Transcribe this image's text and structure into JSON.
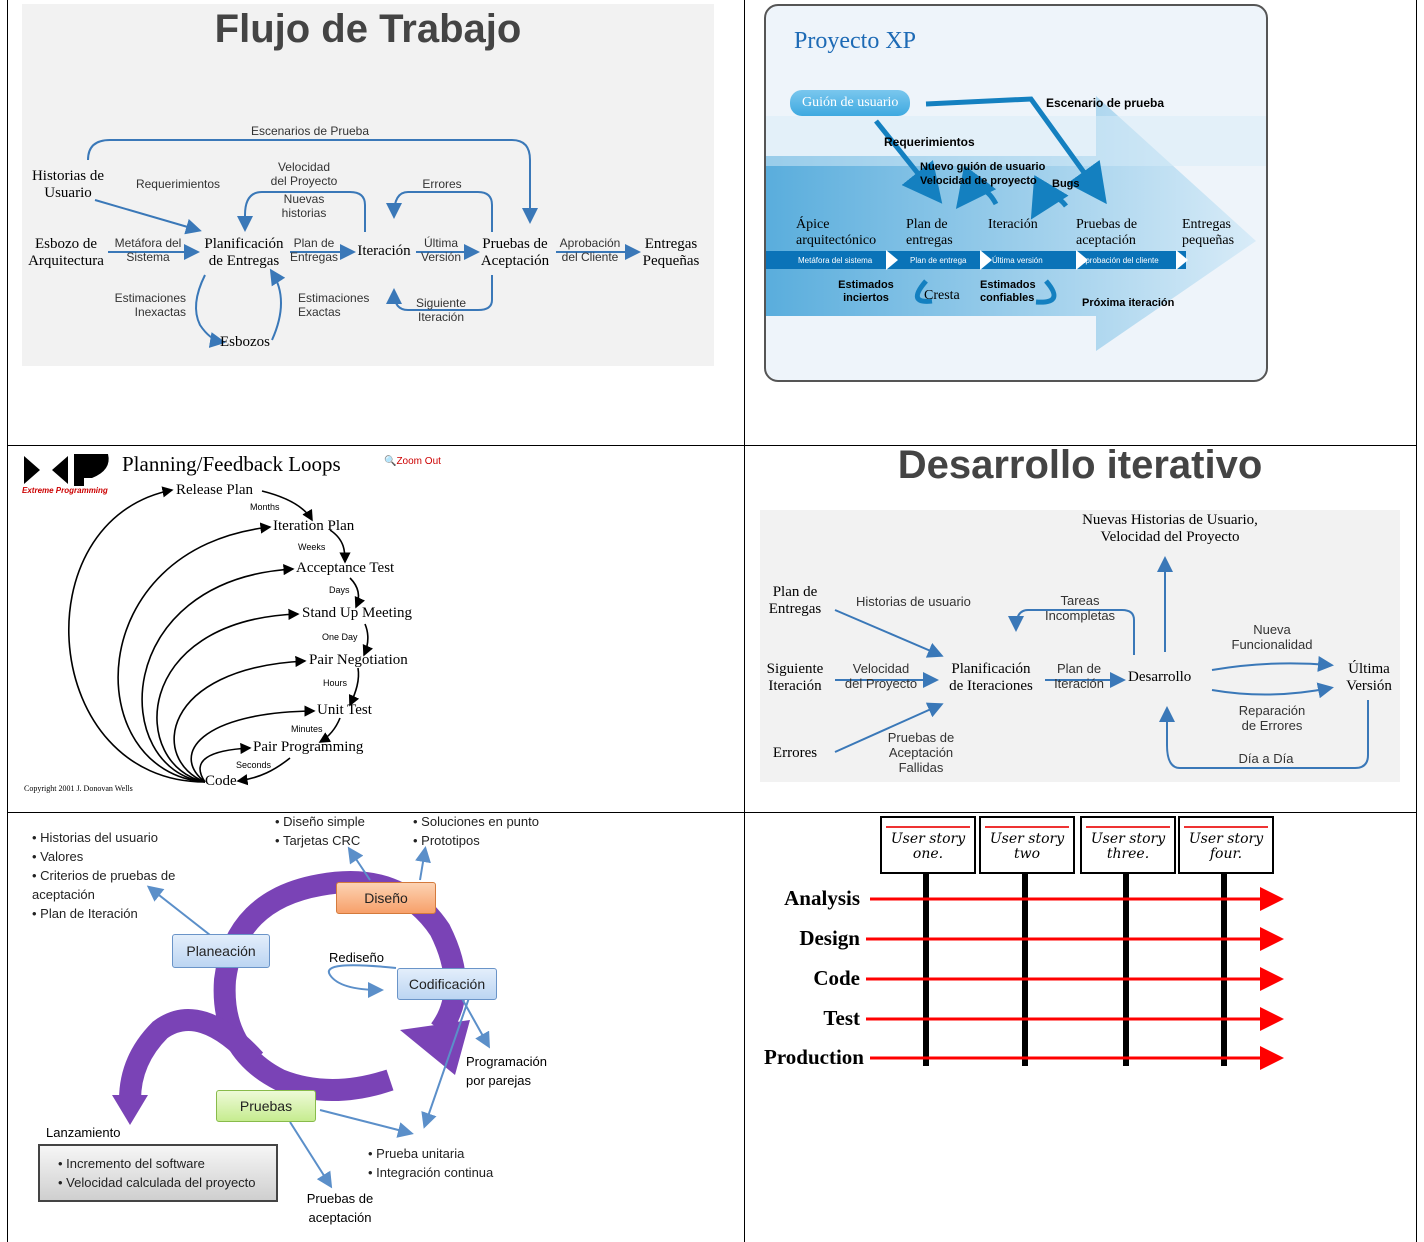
{
  "panel1": {
    "title": "Flujo de Trabajo",
    "historias": "Historias de\nUsuario",
    "escenarios": "Escenarios de Prueba",
    "requerimientos": "Requerimientos",
    "velocidad": "Velocidad\ndel Proyecto",
    "nuevas": "Nuevas\nhistorias",
    "errores": "Errores",
    "esbozo": "Esbozo de\nArquitectura",
    "metafora": "Metáfora del\nSistema",
    "planificacion": "Planificación\nde Entregas",
    "plan_entregas": "Plan de\nEntregas",
    "iteracion": "Iteración",
    "ultima": "Última\nVersión",
    "pruebas": "Pruebas de\nAceptación",
    "aprobacion": "Aprobación\ndel Cliente",
    "entregas": "Entregas\nPequeñas",
    "estim_inex": "Estimaciones\nInexactas",
    "estim_ex": "Estimaciones\nExactas",
    "siguiente": "Siguiente\nIteración",
    "esbozos": "Esbozos"
  },
  "panel2": {
    "title": "Proyecto XP",
    "guion": "Guión de usuario",
    "escenario": "Escenario de prueba",
    "requerimientos": "Requerimientos",
    "nuevo_guion": "Nuevo guión de usuario",
    "velocidad": "Velocidad de proyecto",
    "bugs": "Bugs",
    "apice": "Ápice\narquitectónico",
    "plan": "Plan de\nentregas",
    "iteracion": "Iteración",
    "pruebas": "Pruebas de\naceptación",
    "entregas": "Entregas\npequeñas",
    "metafora": "Metáfora del sistema",
    "plan_entrega": "Plan de entrega",
    "ultima": "Última versión",
    "aprobacion": "Aprobación del cliente",
    "inciertos": "Estimados\ninciertos",
    "cresta": "Cresta",
    "confiables": "Estimados\nconfiables",
    "proxima": "Próxima iteración"
  },
  "panel3": {
    "title": "Planning/Feedback Loops",
    "zoom": "Zoom Out",
    "xp_logo": "Extreme Programming",
    "copyright": "Copyright 2001 J. Donovan Wells",
    "nodes": [
      "Release Plan",
      "Iteration Plan",
      "Acceptance Test",
      "Stand Up Meeting",
      "Pair Negotiation",
      "Unit Test",
      "Pair Programming",
      "Code"
    ],
    "spans": [
      "Months",
      "Weeks",
      "Days",
      "One Day",
      "Hours",
      "Minutes",
      "Seconds"
    ]
  },
  "panel4": {
    "title": "Desarrollo iterativo",
    "nuevas": "Nuevas Historias de Usuario,\nVelocidad del Proyecto",
    "plan_entregas": "Plan de\nEntregas",
    "historias": "Historias de usuario",
    "tareas": "Tareas\nIncompletas",
    "nueva_func": "Nueva\nFuncionalidad",
    "siguiente": "Siguiente\nIteración",
    "velocidad": "Velocidad\ndel Proyecto",
    "planificacion": "Planificación\nde Iteraciones",
    "plan_iter": "Plan de\nIteración",
    "desarrollo": "Desarrollo",
    "ultima": "Última\nVersión",
    "reparacion": "Reparación\nde Errores",
    "errores": "Errores",
    "pruebas": "Pruebas de\nAceptación\nFallidas",
    "dia": "Día a Día"
  },
  "panel5": {
    "bullets_left": [
      "Historias del usuario",
      "Valores",
      "Criterios de pruebas de aceptación",
      "Plan de Iteración"
    ],
    "bullets_top_mid": [
      "Diseño simple",
      "Tarjetas CRC"
    ],
    "bullets_top_right": [
      "Soluciones en punto",
      "Prototipos"
    ],
    "diseno": "Diseño",
    "planeacion": "Planeación",
    "rediseno": "Rediseño",
    "codificacion": "Codificación",
    "programacion": "Programación\npor parejas",
    "pruebas": "Pruebas",
    "lanzamiento": "Lanzamiento",
    "bullets_launch": [
      "Incremento del software",
      "Velocidad calculada del proyecto"
    ],
    "bullets_tests": [
      "Prueba unitaria",
      "Integración continua"
    ],
    "pruebas_acept": "Pruebas de\naceptación"
  },
  "panel6": {
    "stories": [
      "User story\none.",
      "User story\ntwo",
      "User story\nthree.",
      "User story\nfour."
    ],
    "phases": [
      "Analysis",
      "Design",
      "Code",
      "Test",
      "Production"
    ]
  },
  "colors": {
    "arrow_blue": "#3a78b8",
    "xp_blue": "#1e9bd7",
    "purple": "#7a43b6",
    "red": "#ff0000"
  }
}
